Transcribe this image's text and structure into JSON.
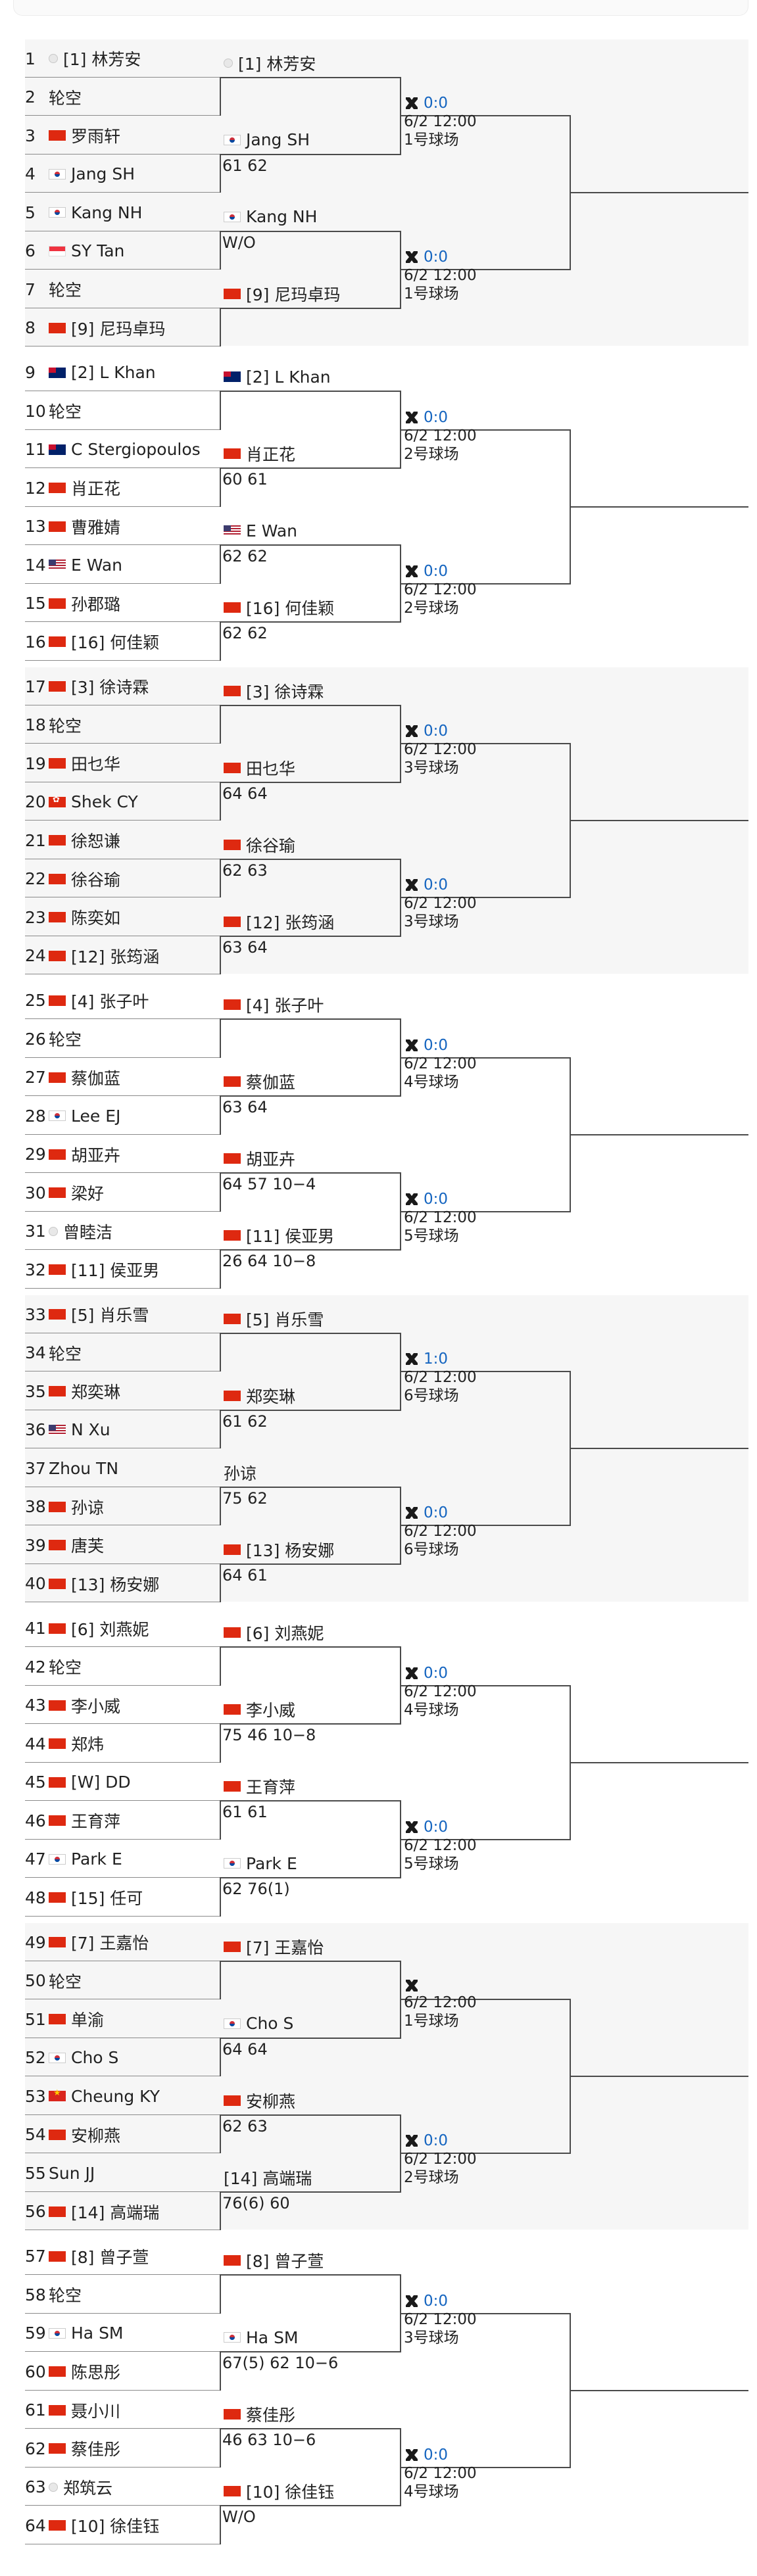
{
  "sections": [
    {
      "entries": [
        {
          "num": "1",
          "flag": "none",
          "name": "[1] 林芳安"
        },
        {
          "num": "2",
          "flag": "",
          "name": "轮空"
        },
        {
          "num": "3",
          "flag": "cn",
          "name": "罗雨轩"
        },
        {
          "num": "4",
          "flag": "kr",
          "name": "Jang SH"
        },
        {
          "num": "5",
          "flag": "kr",
          "name": "Kang NH"
        },
        {
          "num": "6",
          "flag": "sg",
          "name": "SY Tan"
        },
        {
          "num": "7",
          "flag": "",
          "name": "轮空"
        },
        {
          "num": "8",
          "flag": "cn",
          "name": "[9] 尼玛卓玛"
        }
      ],
      "r2": [
        {
          "flag": "none",
          "name": "[1] 林芳安",
          "score": ""
        },
        {
          "flag": "kr",
          "name": "Jang SH",
          "score": "61 62"
        },
        {
          "flag": "kr",
          "name": "Kang NH",
          "score": "W/O"
        },
        {
          "flag": "cn",
          "name": "[9] 尼玛卓玛",
          "score": ""
        }
      ],
      "matches": [
        {
          "score": "0:0",
          "time": "6/2 12:00",
          "court": "1号球场"
        },
        {
          "score": "0:0",
          "time": "6/2 12:00",
          "court": "1号球场"
        }
      ]
    },
    {
      "entries": [
        {
          "num": "9",
          "flag": "au",
          "name": "[2] L Khan"
        },
        {
          "num": "10",
          "flag": "",
          "name": "轮空"
        },
        {
          "num": "11",
          "flag": "au",
          "name": "C Stergiopoulos"
        },
        {
          "num": "12",
          "flag": "cn",
          "name": "肖正花"
        },
        {
          "num": "13",
          "flag": "cn",
          "name": "曹雅婧"
        },
        {
          "num": "14",
          "flag": "us",
          "name": "E Wan"
        },
        {
          "num": "15",
          "flag": "cn",
          "name": "孙郡璐"
        },
        {
          "num": "16",
          "flag": "cn",
          "name": "[16] 何佳颖"
        }
      ],
      "r2": [
        {
          "flag": "au",
          "name": "[2] L Khan",
          "score": ""
        },
        {
          "flag": "cn",
          "name": "肖正花",
          "score": "60 61"
        },
        {
          "flag": "us",
          "name": "E Wan",
          "score": "62 62"
        },
        {
          "flag": "cn",
          "name": "[16] 何佳颖",
          "score": "62 62"
        }
      ],
      "matches": [
        {
          "score": "0:0",
          "time": "6/2 12:00",
          "court": "2号球场"
        },
        {
          "score": "0:0",
          "time": "6/2 12:00",
          "court": "2号球场"
        }
      ]
    },
    {
      "entries": [
        {
          "num": "17",
          "flag": "cn",
          "name": "[3] 徐诗霖"
        },
        {
          "num": "18",
          "flag": "",
          "name": "轮空"
        },
        {
          "num": "19",
          "flag": "cn",
          "name": "田乜华"
        },
        {
          "num": "20",
          "flag": "hk",
          "name": "Shek CY"
        },
        {
          "num": "21",
          "flag": "cn",
          "name": "徐恕谦"
        },
        {
          "num": "22",
          "flag": "cn",
          "name": "徐谷瑜"
        },
        {
          "num": "23",
          "flag": "cn",
          "name": "陈奕如"
        },
        {
          "num": "24",
          "flag": "cn",
          "name": "[12] 张筠涵"
        }
      ],
      "r2": [
        {
          "flag": "cn",
          "name": "[3] 徐诗霖",
          "score": ""
        },
        {
          "flag": "cn",
          "name": "田乜华",
          "score": "64 64"
        },
        {
          "flag": "cn",
          "name": "徐谷瑜",
          "score": "62 63"
        },
        {
          "flag": "cn",
          "name": "[12] 张筠涵",
          "score": "63 64"
        }
      ],
      "matches": [
        {
          "score": "0:0",
          "time": "6/2 12:00",
          "court": "3号球场"
        },
        {
          "score": "0:0",
          "time": "6/2 12:00",
          "court": "3号球场"
        }
      ]
    },
    {
      "entries": [
        {
          "num": "25",
          "flag": "cn",
          "name": "[4] 张子叶"
        },
        {
          "num": "26",
          "flag": "",
          "name": "轮空"
        },
        {
          "num": "27",
          "flag": "cn",
          "name": "蔡伽蓝"
        },
        {
          "num": "28",
          "flag": "kr",
          "name": "Lee EJ"
        },
        {
          "num": "29",
          "flag": "cn",
          "name": "胡亚卉"
        },
        {
          "num": "30",
          "flag": "cn",
          "name": "梁好"
        },
        {
          "num": "31",
          "flag": "none",
          "name": "曾睦洁"
        },
        {
          "num": "32",
          "flag": "cn",
          "name": "[11] 侯亚男"
        }
      ],
      "r2": [
        {
          "flag": "cn",
          "name": "[4] 张子叶",
          "score": ""
        },
        {
          "flag": "cn",
          "name": "蔡伽蓝",
          "score": "63 64"
        },
        {
          "flag": "cn",
          "name": "胡亚卉",
          "score": "64 57 10−4"
        },
        {
          "flag": "cn",
          "name": "[11] 侯亚男",
          "score": "26 64 10−8"
        }
      ],
      "matches": [
        {
          "score": "0:0",
          "time": "6/2 12:00",
          "court": "4号球场"
        },
        {
          "score": "0:0",
          "time": "6/2 12:00",
          "court": "5号球场"
        }
      ]
    },
    {
      "entries": [
        {
          "num": "33",
          "flag": "cn",
          "name": "[5] 肖乐雪"
        },
        {
          "num": "34",
          "flag": "",
          "name": "轮空"
        },
        {
          "num": "35",
          "flag": "cn",
          "name": "郑奕琳"
        },
        {
          "num": "36",
          "flag": "us",
          "name": "N Xu"
        },
        {
          "num": "37",
          "flag": "",
          "name": "Zhou TN"
        },
        {
          "num": "38",
          "flag": "cn",
          "name": "孙谅"
        },
        {
          "num": "39",
          "flag": "cn",
          "name": "唐芙"
        },
        {
          "num": "40",
          "flag": "cn",
          "name": "[13] 杨安娜"
        }
      ],
      "r2": [
        {
          "flag": "cn",
          "name": "[5] 肖乐雪",
          "score": ""
        },
        {
          "flag": "cn",
          "name": "郑奕琳",
          "score": "61 62"
        },
        {
          "flag": "",
          "name": "孙谅",
          "score": "75 62"
        },
        {
          "flag": "cn",
          "name": "[13] 杨安娜",
          "score": "64 61"
        }
      ],
      "matches": [
        {
          "score": "1:0",
          "time": "6/2 12:00",
          "court": "6号球场"
        },
        {
          "score": "0:0",
          "time": "6/2 12:00",
          "court": "6号球场"
        }
      ]
    },
    {
      "entries": [
        {
          "num": "41",
          "flag": "cn",
          "name": "[6] 刘燕妮"
        },
        {
          "num": "42",
          "flag": "",
          "name": "轮空"
        },
        {
          "num": "43",
          "flag": "cn",
          "name": "李小威"
        },
        {
          "num": "44",
          "flag": "cn",
          "name": "郑炜"
        },
        {
          "num": "45",
          "flag": "cn",
          "name": "[W] DD"
        },
        {
          "num": "46",
          "flag": "cn",
          "name": "王育萍"
        },
        {
          "num": "47",
          "flag": "kr",
          "name": "Park E"
        },
        {
          "num": "48",
          "flag": "cn",
          "name": "[15] 任可"
        }
      ],
      "r2": [
        {
          "flag": "cn",
          "name": "[6] 刘燕妮",
          "score": ""
        },
        {
          "flag": "cn",
          "name": "李小威",
          "score": "75 46 10−8"
        },
        {
          "flag": "cn",
          "name": "王育萍",
          "score": "61 61"
        },
        {
          "flag": "kr",
          "name": "Park E",
          "score": "62 76(1)"
        }
      ],
      "matches": [
        {
          "score": "0:0",
          "time": "6/2 12:00",
          "court": "4号球场"
        },
        {
          "score": "0:0",
          "time": "6/2 12:00",
          "court": "5号球场"
        }
      ]
    },
    {
      "entries": [
        {
          "num": "49",
          "flag": "cn",
          "name": "[7] 王嘉怡"
        },
        {
          "num": "50",
          "flag": "",
          "name": "轮空"
        },
        {
          "num": "51",
          "flag": "cn",
          "name": "单渝"
        },
        {
          "num": "52",
          "flag": "kr",
          "name": "Cho S"
        },
        {
          "num": "53",
          "flag": "vn",
          "name": "Cheung KY"
        },
        {
          "num": "54",
          "flag": "cn",
          "name": "安柳燕"
        },
        {
          "num": "55",
          "flag": "",
          "name": "Sun JJ"
        },
        {
          "num": "56",
          "flag": "cn",
          "name": "[14] 高端瑞"
        }
      ],
      "r2": [
        {
          "flag": "cn",
          "name": "[7] 王嘉怡",
          "score": ""
        },
        {
          "flag": "kr",
          "name": "Cho S",
          "score": "64 64"
        },
        {
          "flag": "cn",
          "name": "安柳燕",
          "score": "62 63"
        },
        {
          "flag": "",
          "name": "[14] 高端瑞",
          "score": "76(6) 60"
        }
      ],
      "matches": [
        {
          "score": "",
          "time": "6/2 12:00",
          "court": "1号球场"
        },
        {
          "score": "0:0",
          "time": "6/2 12:00",
          "court": "2号球场"
        }
      ]
    },
    {
      "entries": [
        {
          "num": "57",
          "flag": "cn",
          "name": "[8] 曾子萱"
        },
        {
          "num": "58",
          "flag": "",
          "name": "轮空"
        },
        {
          "num": "59",
          "flag": "kr",
          "name": "Ha SM"
        },
        {
          "num": "60",
          "flag": "cn",
          "name": "陈思彤"
        },
        {
          "num": "61",
          "flag": "cn",
          "name": "聂小川"
        },
        {
          "num": "62",
          "flag": "cn",
          "name": "蔡佳彤"
        },
        {
          "num": "63",
          "flag": "none",
          "name": "郑筑云"
        },
        {
          "num": "64",
          "flag": "cn",
          "name": "[10] 徐佳钰"
        }
      ],
      "r2": [
        {
          "flag": "cn",
          "name": "[8] 曾子萱",
          "score": ""
        },
        {
          "flag": "kr",
          "name": "Ha SM",
          "score": "67(5) 62 10−6"
        },
        {
          "flag": "cn",
          "name": "蔡佳彤",
          "score": "46 63 10−6"
        },
        {
          "flag": "cn",
          "name": "[10] 徐佳钰",
          "score": "W/O"
        }
      ],
      "matches": [
        {
          "score": "0:0",
          "time": "6/2 12:00",
          "court": "3号球场"
        },
        {
          "score": "0:0",
          "time": "6/2 12:00",
          "court": "4号球场"
        }
      ]
    }
  ],
  "colors": {
    "link": "#1565c0",
    "line": "#4a4a4a",
    "shade": "#f6f6f6"
  },
  "icons": {
    "match": "tennis-rackets-icon"
  }
}
